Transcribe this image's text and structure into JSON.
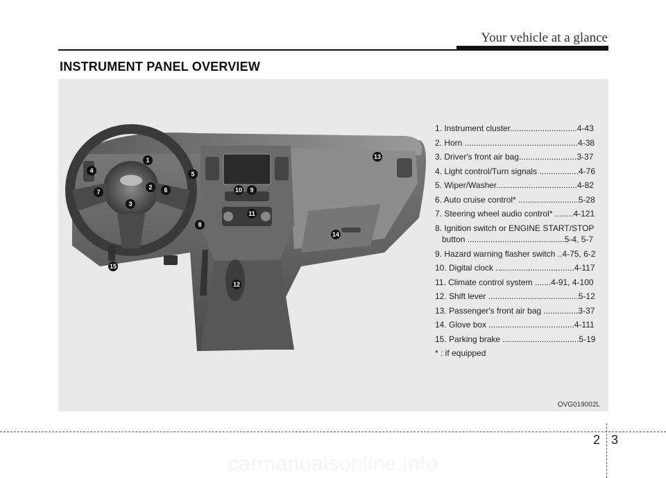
{
  "header": {
    "title": "Your vehicle at a glance"
  },
  "section": {
    "title": "INSTRUMENT PANEL OVERVIEW"
  },
  "legend": {
    "items": [
      "1. Instrument cluster.............................4-43",
      "2. Horn .................................................4-38",
      "3. Driver's front air bag.........................3-37",
      "4. Light control/Turn signals .................4-76",
      "5. Wiper/Washer...................................4-82",
      "6. Auto cruise control* ..........................5-28",
      "7. Steering wheel audio control* ........4-121",
      "8. Ignition switch or ENGINE START/STOP",
      "button ..........................................5-4, 5-7",
      "9. Hazard warning flasher switch ..4-75, 6-2",
      "10. Digital clock ..................................4-117",
      "11. Climate control system .......4-91, 4-100",
      "12. Shift lever .......................................5-12",
      "13. Passenger's front air bag ...............3-37",
      "14. Glove box .....................................4-111",
      "15. Parking brake .................................5-19",
      "* : if equipped"
    ]
  },
  "figure": {
    "code": "OVG019002L",
    "callouts": [
      "1",
      "2",
      "3",
      "4",
      "5",
      "6",
      "7",
      "8",
      "9",
      "10",
      "11",
      "12",
      "13",
      "14",
      "15"
    ]
  },
  "page": {
    "left": "2",
    "right": "3"
  },
  "watermark": "carmanualsonline.info"
}
